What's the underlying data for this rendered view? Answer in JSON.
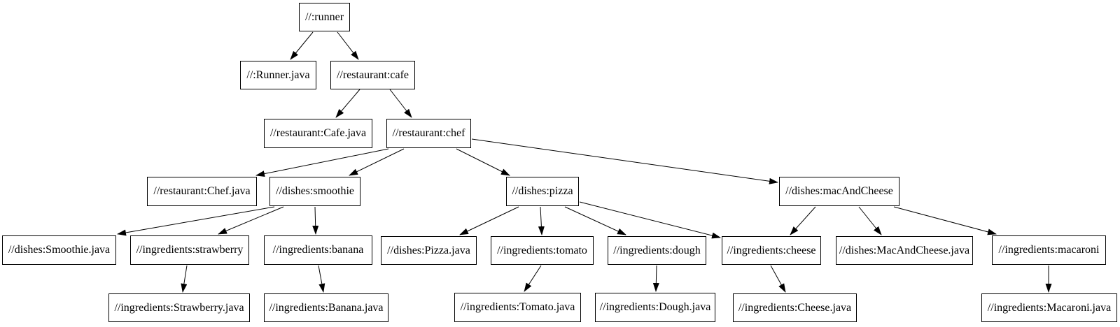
{
  "diagram": {
    "type": "dependency-graph",
    "background_color": "#ffffff",
    "node_fill_color": "#ffffff",
    "node_border_color": "#000000",
    "edge_color": "#000000",
    "text_color": "#000000",
    "nodes": [
      {
        "id": "runner",
        "label": "//:runner"
      },
      {
        "id": "runner-java",
        "label": "//:Runner.java"
      },
      {
        "id": "cafe",
        "label": "//restaurant:cafe"
      },
      {
        "id": "cafe-java",
        "label": "//restaurant:Cafe.java"
      },
      {
        "id": "chef",
        "label": "//restaurant:chef"
      },
      {
        "id": "chef-java",
        "label": "//restaurant:Chef.java"
      },
      {
        "id": "smoothie",
        "label": "//dishes:smoothie"
      },
      {
        "id": "pizza",
        "label": "//dishes:pizza"
      },
      {
        "id": "mac-and-cheese",
        "label": "//dishes:macAndCheese"
      },
      {
        "id": "smoothie-java",
        "label": "//dishes:Smoothie.java"
      },
      {
        "id": "strawberry",
        "label": "//ingredients:strawberry"
      },
      {
        "id": "banana",
        "label": "//ingredients:banana"
      },
      {
        "id": "pizza-java",
        "label": "//dishes:Pizza.java"
      },
      {
        "id": "tomato",
        "label": "//ingredients:tomato"
      },
      {
        "id": "dough",
        "label": "//ingredients:dough"
      },
      {
        "id": "cheese",
        "label": "//ingredients:cheese"
      },
      {
        "id": "mac-and-cheese-java",
        "label": "//dishes:MacAndCheese.java"
      },
      {
        "id": "macaroni",
        "label": "//ingredients:macaroni"
      },
      {
        "id": "strawberry-java",
        "label": "//ingredients:Strawberry.java"
      },
      {
        "id": "banana-java",
        "label": "//ingredients:Banana.java"
      },
      {
        "id": "tomato-java",
        "label": "//ingredients:Tomato.java"
      },
      {
        "id": "dough-java",
        "label": "//ingredients:Dough.java"
      },
      {
        "id": "cheese-java",
        "label": "//ingredients:Cheese.java"
      },
      {
        "id": "macaroni-java",
        "label": "//ingredients:Macaroni.java"
      }
    ],
    "edges": [
      {
        "from": "runner",
        "to": "runner-java"
      },
      {
        "from": "runner",
        "to": "cafe"
      },
      {
        "from": "cafe",
        "to": "cafe-java"
      },
      {
        "from": "cafe",
        "to": "chef"
      },
      {
        "from": "chef",
        "to": "chef-java"
      },
      {
        "from": "chef",
        "to": "smoothie"
      },
      {
        "from": "chef",
        "to": "pizza"
      },
      {
        "from": "chef",
        "to": "mac-and-cheese"
      },
      {
        "from": "smoothie",
        "to": "smoothie-java"
      },
      {
        "from": "smoothie",
        "to": "strawberry"
      },
      {
        "from": "smoothie",
        "to": "banana"
      },
      {
        "from": "pizza",
        "to": "pizza-java"
      },
      {
        "from": "pizza",
        "to": "tomato"
      },
      {
        "from": "pizza",
        "to": "dough"
      },
      {
        "from": "pizza",
        "to": "cheese"
      },
      {
        "from": "strawberry",
        "to": "strawberry-java"
      },
      {
        "from": "banana",
        "to": "banana-java"
      },
      {
        "from": "tomato",
        "to": "tomato-java"
      },
      {
        "from": "dough",
        "to": "dough-java"
      },
      {
        "from": "cheese",
        "to": "cheese-java"
      },
      {
        "from": "mac-and-cheese",
        "to": "cheese"
      },
      {
        "from": "mac-and-cheese",
        "to": "mac-and-cheese-java"
      },
      {
        "from": "mac-and-cheese",
        "to": "macaroni"
      },
      {
        "from": "macaroni",
        "to": "macaroni-java"
      }
    ]
  }
}
